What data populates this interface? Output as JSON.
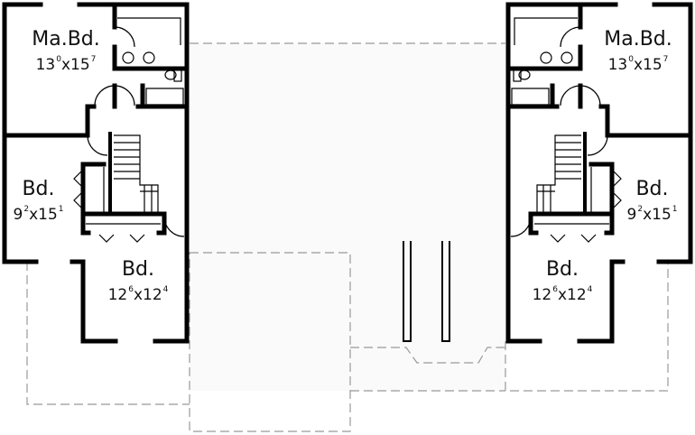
{
  "rooms": [
    {
      "name": "Ma.Bd.",
      "w_ft": "13",
      "w_in": "0",
      "l_ft": "15",
      "l_in": "7"
    },
    {
      "name": "Bd.",
      "w_ft": "9",
      "w_in": "2",
      "l_ft": "15",
      "l_in": "1"
    },
    {
      "name": "Bd.",
      "w_ft": "12",
      "w_in": "6",
      "l_ft": "12",
      "l_in": "4"
    },
    {
      "name": "Ma.Bd.",
      "w_ft": "13",
      "w_in": "0",
      "l_ft": "15",
      "l_in": "7"
    },
    {
      "name": "Bd.",
      "w_ft": "9",
      "w_in": "2",
      "l_ft": "15",
      "l_in": "1"
    },
    {
      "name": "Bd.",
      "w_ft": "12",
      "w_in": "6",
      "l_ft": "12",
      "l_in": "4"
    }
  ],
  "dim_separator": "x"
}
